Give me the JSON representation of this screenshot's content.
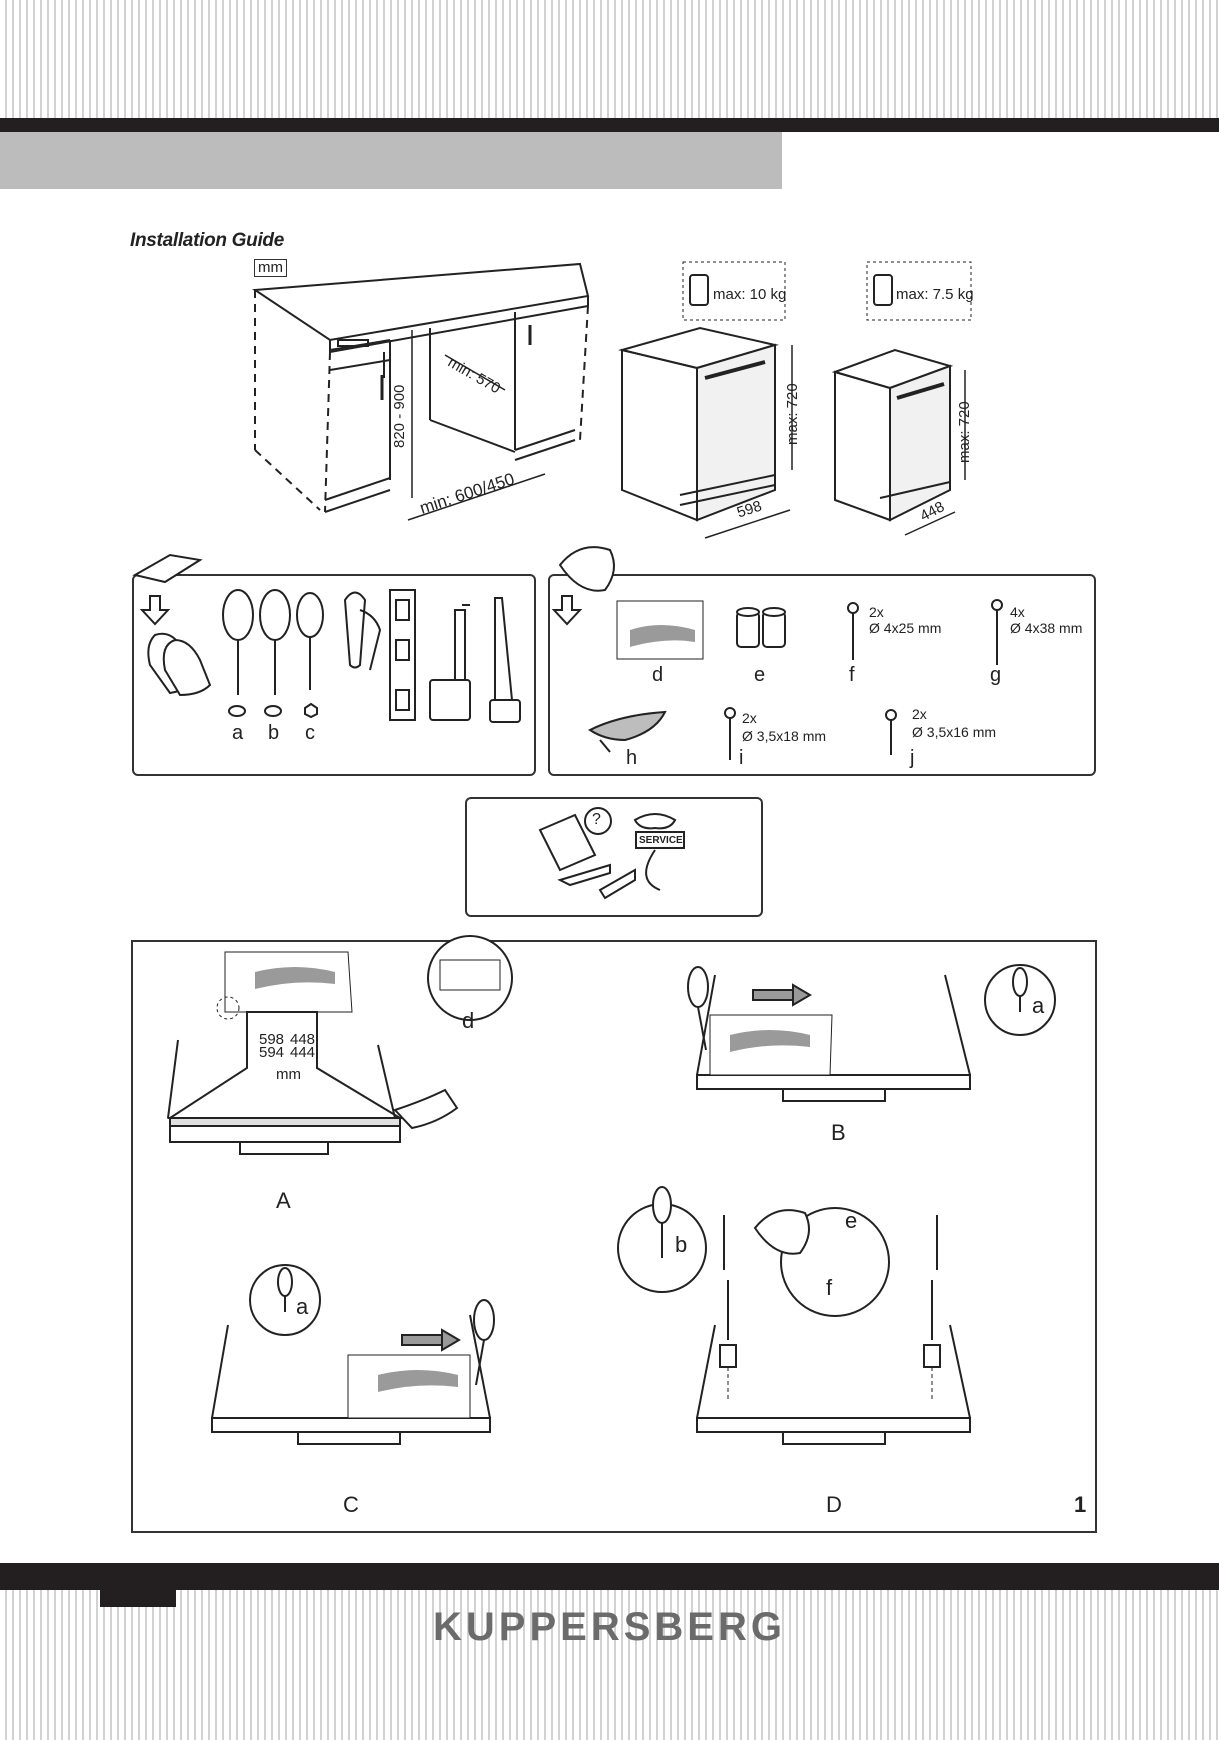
{
  "header": {
    "title": "Installation Guide",
    "unit_tag": "mm"
  },
  "cabinet": {
    "height_range": "820 - 900",
    "depth_min": "min: 570",
    "width_min": "min: 600/450"
  },
  "dishwashers": [
    {
      "weight": "max: 10 kg",
      "height": "max: 720",
      "width": "598"
    },
    {
      "weight": "max: 7.5 kg",
      "height": "max: 720",
      "width": "448"
    }
  ],
  "tools": {
    "letters": [
      "a",
      "b",
      "c"
    ]
  },
  "parts": {
    "d": "d",
    "e": "e",
    "f": {
      "letter": "f",
      "qty": "2x",
      "spec": "Ø 4x25 mm"
    },
    "g": {
      "letter": "g",
      "qty": "4x",
      "spec": "Ø 4x38 mm"
    },
    "h": "h",
    "i": {
      "letter": "i",
      "qty": "2x",
      "spec": "Ø 3,5x18 mm"
    },
    "j": {
      "letter": "j",
      "qty": "2x",
      "spec": "Ø 3,5x16 mm"
    }
  },
  "service": {
    "label": "SERVICE",
    "question": "?"
  },
  "steps": {
    "A": {
      "label": "A",
      "dims_left": [
        "598",
        "594"
      ],
      "dims_right": [
        "448",
        "444"
      ],
      "unit": "mm",
      "callout": "d"
    },
    "B": {
      "label": "B",
      "callout": "a"
    },
    "C": {
      "label": "C",
      "callout": "a"
    },
    "D": {
      "label": "D",
      "callout_b": "b",
      "callout_e": "e",
      "callout_f": "f"
    }
  },
  "figure_number": "1",
  "footer": {
    "brand": "KUPPERSBERG"
  }
}
